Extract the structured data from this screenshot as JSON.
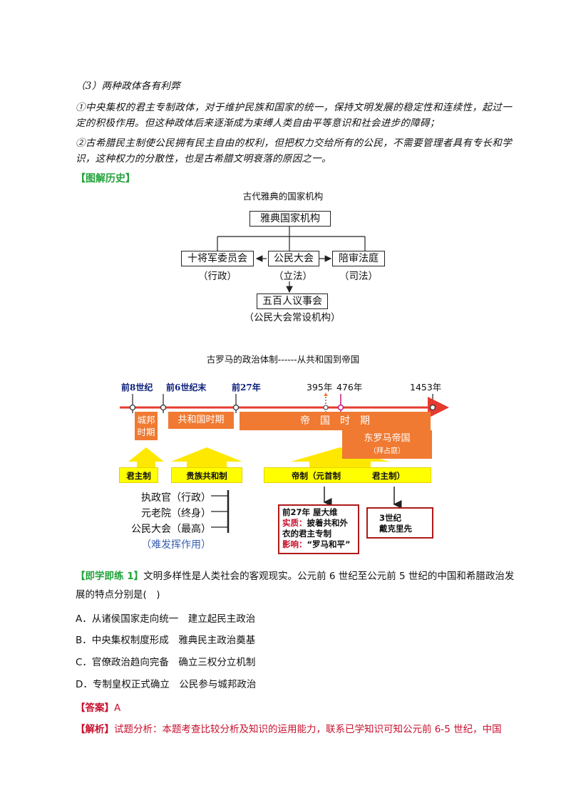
{
  "section3": {
    "heading": "（3）两种政体各有利弊",
    "para1": "①中央集权的君主专制政体，对于维护民族和国家的统一，保持文明发展的稳定性和连续性，起过一定的积极作用。但这种政体后来逐渐成为束缚人类自由平等意识和社会进步的障碍；",
    "para2": "②古希腊民主制使公民拥有民主自由的权利，但把权力交给所有的公民，不需要管理者具有专长和学识，这种权力的分散性，也是古希腊文明衰落的原因之一。"
  },
  "tujie_label": "【图解历史】",
  "athens": {
    "title": "古代雅典的国家机构",
    "top": "雅典国家机构",
    "left": "十将军委员会",
    "left_sub": "（行政）",
    "center": "公民大会",
    "center_sub": "（立法）",
    "right": "陪审法庭",
    "right_sub": "（司法）",
    "bottom": "五百人议事会",
    "bottom_sub": "（公民大会常设机构）"
  },
  "rome": {
    "title": "古罗马的政治体制------从共和国到帝国",
    "dates": {
      "d1": "前8世纪",
      "d2": "前6世纪末",
      "d3": "前27年",
      "d4": "395年",
      "d5": "476年",
      "d6": "1453年"
    },
    "periods": {
      "city": "城邦时期",
      "republic": "共和国时期",
      "empire": "帝　国　时　期",
      "east": "东罗马帝国",
      "east_sub": "（拜占庭）"
    },
    "systems": {
      "monarchy": "君主制",
      "aristocratic": "贵族共和制",
      "imperial": "帝制（元首制",
      "imperial_end": "君主制）"
    },
    "institutions": [
      "执政官（行政）",
      "元老院（终身）",
      "公民大会（最高）",
      "（难发挥作用）"
    ],
    "box1": {
      "line1": "前27年 屋大维",
      "label_essence": "实质：",
      "essence": "披着共和外衣的君主专制",
      "label_impact": "影响：",
      "impact": "“罗马和平”"
    },
    "box2": {
      "line1": "3世纪",
      "line2": "戴克里先"
    }
  },
  "exercise": {
    "label": "【即学即练 1】",
    "stem": "文明多样性是人类社会的客观现实。公元前 6 世纪至公元前 5 世纪的中国和希腊政治发展的特点分别是(　)",
    "options": [
      "A．从诸侯国家走向统一　建立起民主政治",
      "B．中央集权制度形成　雅典民主政治奠基",
      "C．官僚政治趋向完备　确立三权分立机制",
      "D．专制皇权正式确立　公民参与城邦政治"
    ],
    "answer_label": "【答案】",
    "answer": "A",
    "analysis_label": "【解析】",
    "analysis": "试题分析：本题考查比较分析及知识的运用能力，联系已学知识可知公元前 6-5 世纪，中国"
  },
  "colors": {
    "accent_green": "#22a33a",
    "accent_red": "#c8102e",
    "timeline_red": "#e53b2f",
    "period_orange": "#f07a32",
    "arrow_yellow": "#ffe800"
  }
}
